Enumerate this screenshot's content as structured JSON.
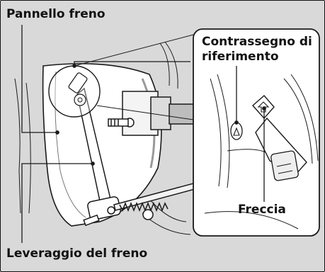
{
  "labels": {
    "brake_panel": "Pannello freno",
    "reference_mark_line1": "Contrassegno di",
    "reference_mark_line2": "riferimento",
    "arrow": "Freccia",
    "brake_linkage": "Leveraggio del freno"
  },
  "colors": {
    "background": "#d9d9d9",
    "panel": "#ffffff",
    "stroke": "#1a1a1a",
    "shadow": "#9a9a9a"
  }
}
